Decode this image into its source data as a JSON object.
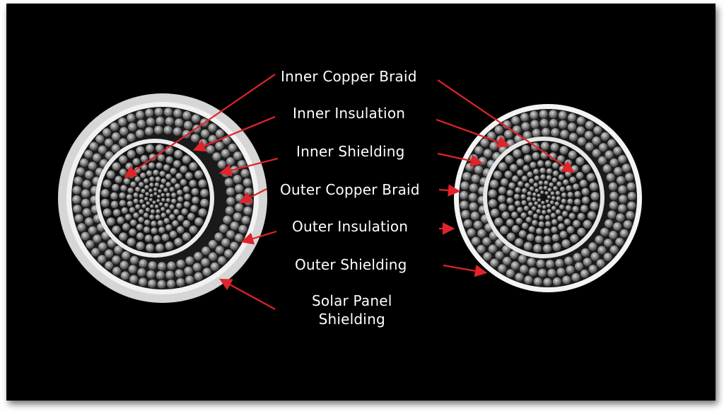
{
  "labels": {
    "inner_copper_braid": "Inner Copper Braid",
    "inner_insulation": "Inner Insulation",
    "inner_shielding": "Inner Shielding",
    "outer_copper_braid": "Outer Copper Braid",
    "outer_insulation": "Outer Insulation",
    "outer_shielding": "Outer Shielding",
    "solar_panel_shielding_line1": "Solar Panel",
    "solar_panel_shielding_line2": "Shielding"
  },
  "colors": {
    "background": "#000000",
    "arrow": "#e0242b",
    "text": "#ffffff",
    "insulation": "#e6e6e6",
    "strand": "#8a8a8a"
  }
}
